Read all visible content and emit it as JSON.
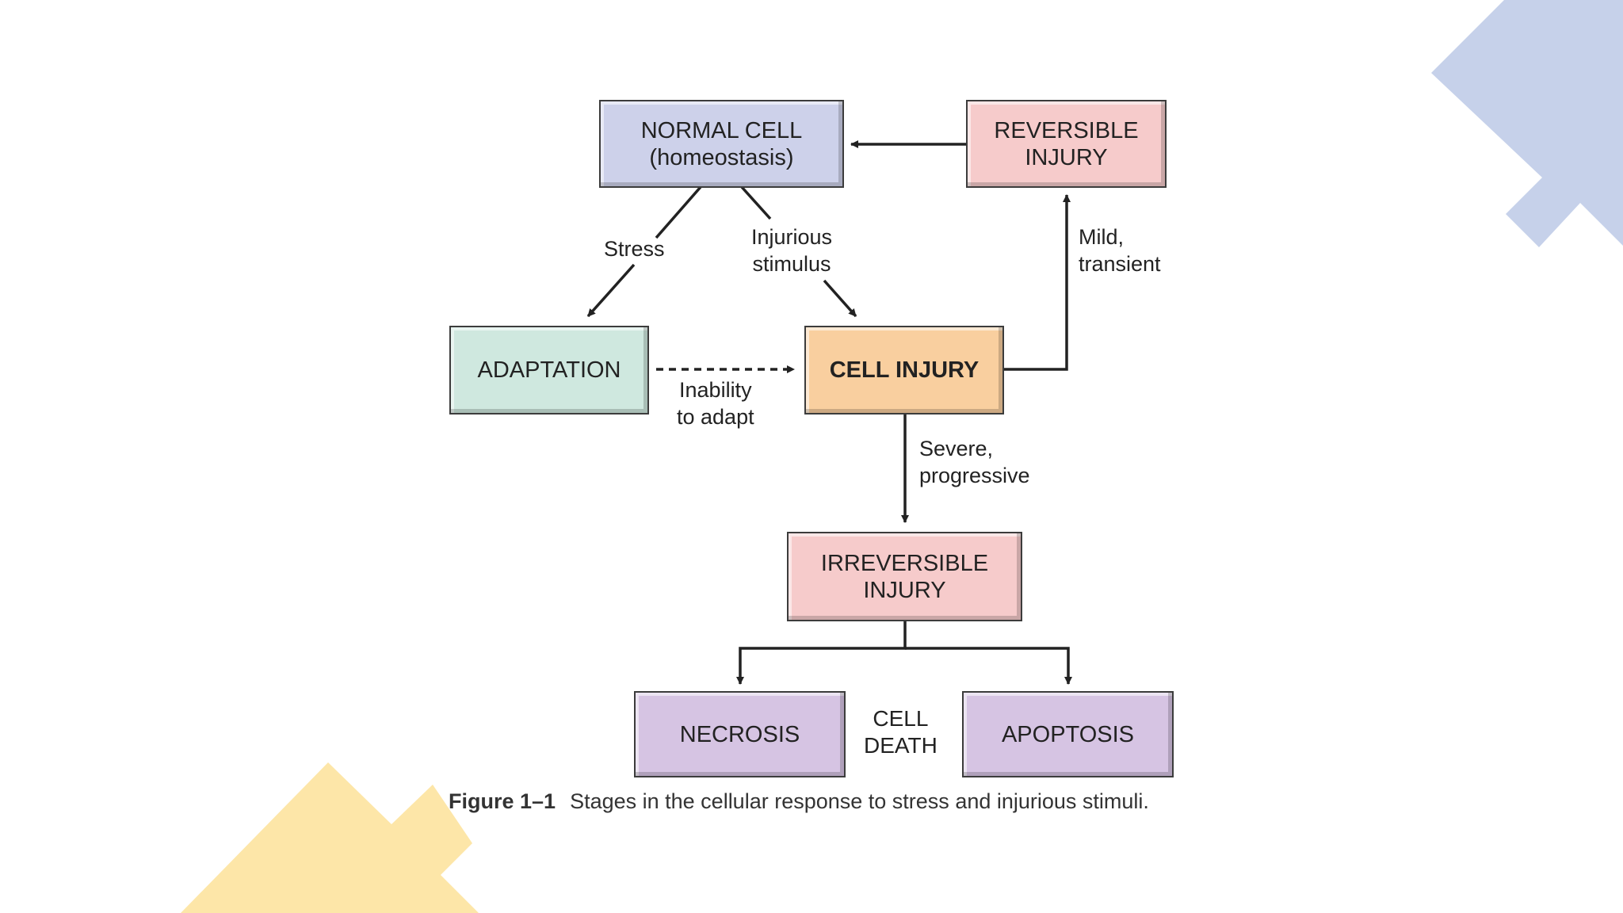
{
  "colors": {
    "accent_blue": "#c6d1ea",
    "accent_yellow": "#fde6a8",
    "normal_cell": "#cdd1ea",
    "reversible_injury": "#f6cbcb",
    "adaptation": "#cfe8df",
    "cell_injury": "#f9cf9f",
    "irreversible_injury": "#f6cbcb",
    "cell_death_boxes": "#d6c4e3"
  },
  "diagram": {
    "nodes": {
      "normal_cell": "NORMAL CELL\n(homeostasis)",
      "reversible_injury": "REVERSIBLE\nINJURY",
      "adaptation": "ADAPTATION",
      "cell_injury": "CELL INJURY",
      "irreversible_injury": "IRREVERSIBLE\nINJURY",
      "necrosis": "NECROSIS",
      "apoptosis": "APOPTOSIS"
    },
    "edge_labels": {
      "stress": "Stress",
      "injurious_stimulus": "Injurious\nstimulus",
      "mild_transient": "Mild,\ntransient",
      "inability_to_adapt": "Inability\nto adapt",
      "severe_progressive": "Severe,\nprogressive",
      "cell_death": "CELL\nDEATH"
    },
    "edges": [
      {
        "from": "normal_cell",
        "to": "adaptation",
        "label": "stress",
        "style": "solid"
      },
      {
        "from": "normal_cell",
        "to": "cell_injury",
        "label": "injurious_stimulus",
        "style": "solid"
      },
      {
        "from": "adaptation",
        "to": "cell_injury",
        "label": "inability_to_adapt",
        "style": "dashed"
      },
      {
        "from": "cell_injury",
        "to": "reversible_injury",
        "label": "mild_transient",
        "style": "solid"
      },
      {
        "from": "reversible_injury",
        "to": "normal_cell",
        "label": "",
        "style": "solid"
      },
      {
        "from": "cell_injury",
        "to": "irreversible_injury",
        "label": "severe_progressive",
        "style": "solid"
      },
      {
        "from": "irreversible_injury",
        "to": "necrosis",
        "label": "",
        "style": "solid"
      },
      {
        "from": "irreversible_injury",
        "to": "apoptosis",
        "label": "",
        "style": "solid"
      }
    ]
  },
  "caption": {
    "figure_number": "Figure 1–1",
    "text": "Stages in the cellular response to stress and injurious stimuli."
  }
}
